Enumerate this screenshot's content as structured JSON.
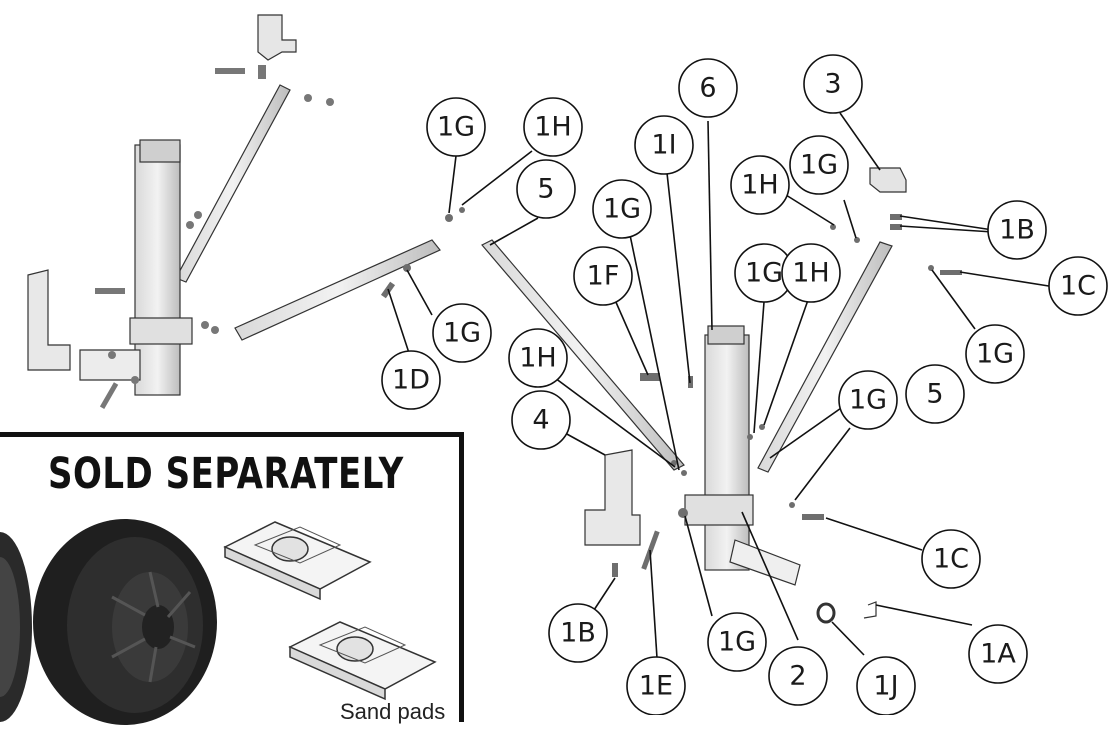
{
  "callouts": {
    "c_1g_a": "1G",
    "c_1h_a": "1H",
    "c_5_a": "5",
    "c_1g_b": "1G",
    "c_1i": "1I",
    "c_6": "6",
    "c_3": "3",
    "c_1h_b": "1H",
    "c_1g_c": "1G",
    "c_1b_a": "1B",
    "c_1c_a": "1C",
    "c_1f": "1F",
    "c_1g_d": "1G",
    "c_1h_c": "1H",
    "c_1g_e": "1G",
    "c_1g_f": "1G",
    "c_1d": "1D",
    "c_1h_d": "1H",
    "c_5_b": "5",
    "c_1g_g": "1G",
    "c_4": "4",
    "c_1c_b": "1C",
    "c_1b_b": "1B",
    "c_1a": "1A",
    "c_1e": "1E",
    "c_1g_h": "1G",
    "c_2": "2",
    "c_1j": "1J"
  },
  "sold_separately": {
    "title": "SOLD SEPARATELY",
    "sand_pads_label": "Sand pads"
  }
}
